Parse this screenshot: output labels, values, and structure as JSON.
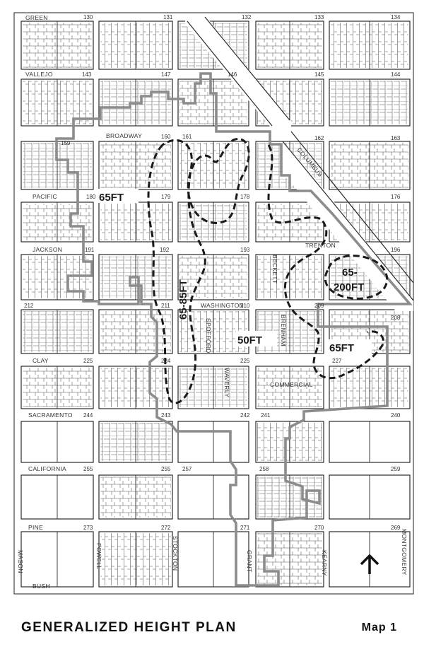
{
  "title": "GENERALIZED HEIGHT PLAN",
  "map_label": "Map 1",
  "streets": {
    "green": "GREEN",
    "vallejo": "VALLEJO",
    "broadway": "BROADWAY",
    "pacific": "PACIFIC",
    "jackson": "JACKSON",
    "washington": "WASHINGTON",
    "clay": "CLAY",
    "sacramento": "SACRAMENTO",
    "california": "CALIFORNIA",
    "pine": "PINE",
    "bush": "BUSH",
    "columbus": "COLUMBUS",
    "mason": "MASON",
    "powell": "POWELL",
    "stockton": "STOCKTON",
    "grant": "GRANT",
    "kearny": "KEARNY",
    "montgomery": "MONTGOMERY",
    "waverly": "WAVERLY",
    "spofford": "SPOFFORD",
    "beckett": "BECKETT",
    "brenham": "BRENHAM",
    "commercial": "COMMERCIAL",
    "trenton": "TRENTON"
  },
  "blocks": {
    "b130": "130",
    "b131": "131",
    "b132": "132",
    "b133": "133",
    "b134": "134",
    "b143": "143",
    "b147": "147",
    "b146": "146",
    "b145": "145",
    "b144": "144",
    "b159": "159",
    "b160": "160",
    "b161": "161",
    "b162": "162",
    "b163": "163",
    "b180": "180",
    "b179": "179",
    "b178": "178",
    "b176": "176",
    "b191": "191",
    "b192": "192",
    "b193": "193",
    "b196": "196",
    "b212": "212",
    "b211": "211",
    "b210": "210",
    "b209": "209",
    "b208": "208",
    "b225": "225",
    "b224": "224",
    "b227": "227",
    "b244": "244",
    "b243": "243",
    "b242": "242",
    "b241": "241",
    "b240": "240",
    "b255": "255",
    "b257": "257",
    "b258": "258",
    "b259": "259",
    "b273": "273",
    "b272": "272",
    "b271": "271",
    "b270": "270",
    "b269": "269"
  },
  "zones": {
    "west": "65FT",
    "central": "65-85FT",
    "core": "50FT",
    "east_a": "65-",
    "east_b": "200FT",
    "southeast": "65FT"
  },
  "north_arrow": "north-arrow-icon"
}
